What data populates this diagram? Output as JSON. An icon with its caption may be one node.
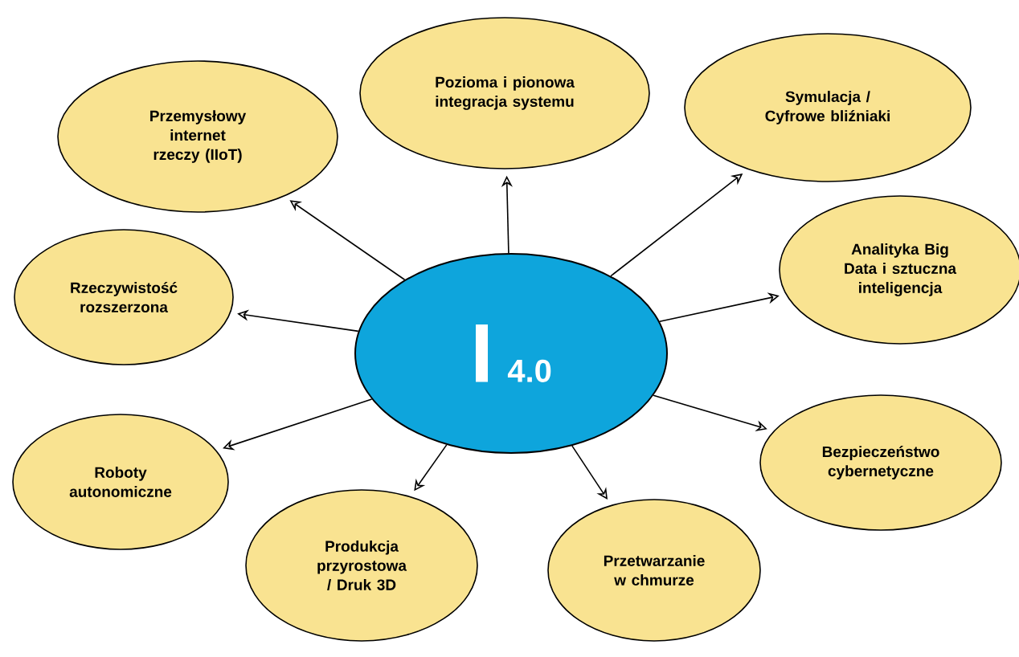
{
  "diagram": {
    "nodes": [
      {
        "text": [
          "I",
          "4.0"
        ]
      },
      {
        "text": [
          "Przemysłowy internet rzeczy (IIoT)"
        ]
      },
      {
        "text": [
          "Pozioma i pionowa integracja systemu"
        ]
      },
      {
        "text": [
          "Symulacja / Cyfrowe bliźniaki"
        ]
      },
      {
        "text": [
          "Analityka Big Data i sztuczna inteligencja"
        ]
      },
      {
        "text": [
          "Rzeczywistość rozszerzona"
        ]
      },
      {
        "text": [
          "Bezpieczeństwo cybernetyczne"
        ]
      },
      {
        "text": [
          "Roboty autonomiczne"
        ]
      },
      {
        "text": [
          "Produkcja przyrostowa / Druk 3D"
        ]
      },
      {
        "text": [
          "Przetwarzanie w chmurze"
        ]
      }
    ],
    "edges": [
      {
        "from": 0,
        "to": 1,
        "arrow": "to"
      },
      {
        "from": 0,
        "to": 2,
        "arrow": "to"
      },
      {
        "from": 0,
        "to": 3,
        "arrow": "to"
      },
      {
        "from": 0,
        "to": 4,
        "arrow": "to"
      },
      {
        "from": 0,
        "to": 5,
        "arrow": "to"
      },
      {
        "from": 0,
        "to": 6,
        "arrow": "to"
      },
      {
        "from": 0,
        "to": 7,
        "arrow": "to"
      },
      {
        "from": 0,
        "to": 8,
        "arrow": "to"
      },
      {
        "from": 0,
        "to": 9,
        "arrow": "to"
      }
    ]
  }
}
